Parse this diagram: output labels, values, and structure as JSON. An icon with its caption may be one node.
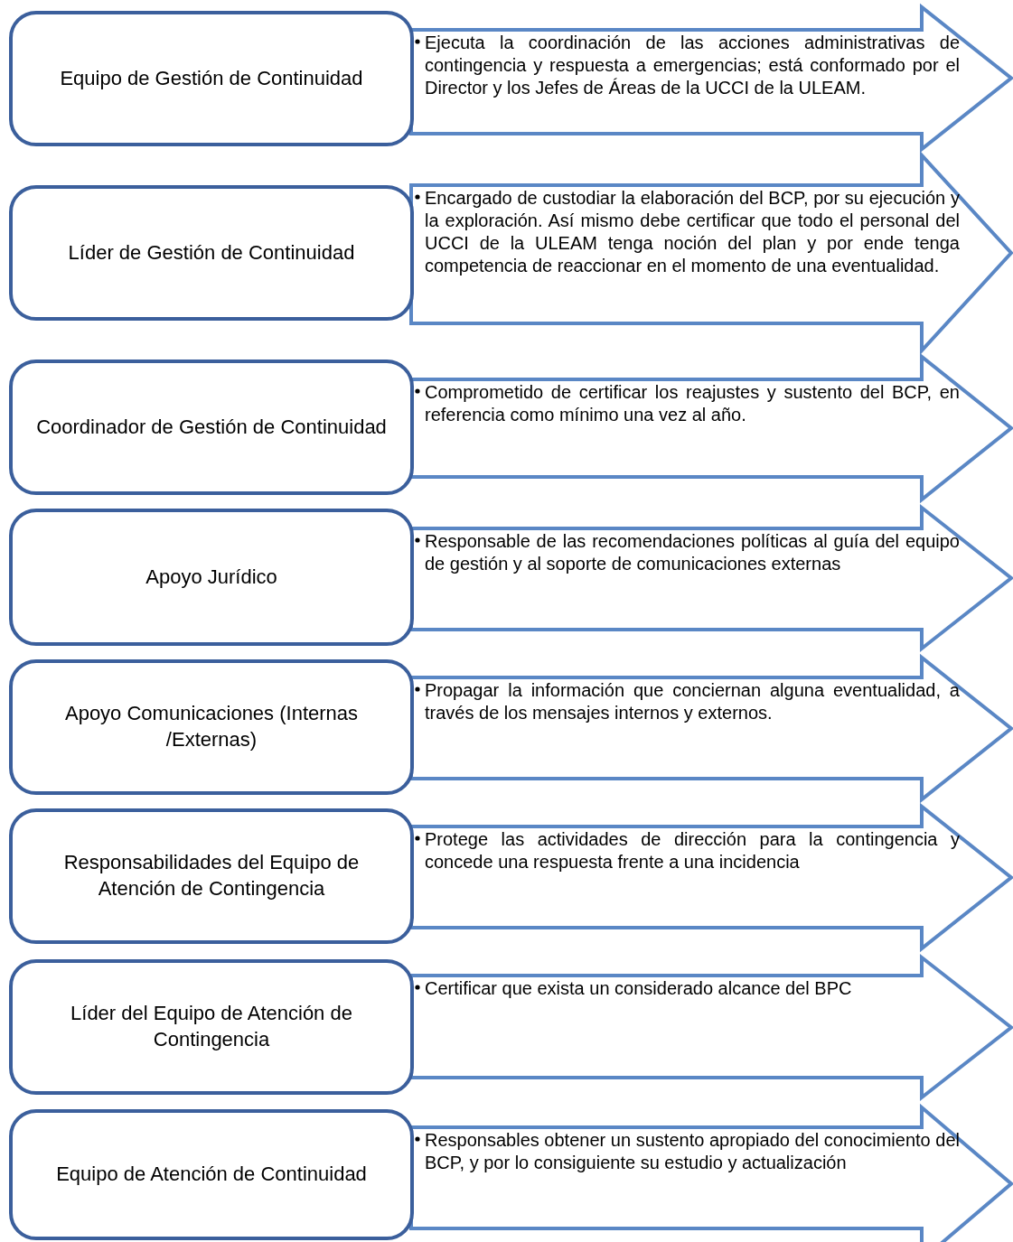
{
  "diagram": {
    "nodes": [
      {
        "text": [
          "Equipo de Gestión de Continuidad"
        ]
      },
      {
        "text": [
          "Ejecuta la coordinación de las acciones administrativas de contingencia y respuesta a emergencias; está conformado por el Director y los Jefes de Áreas de la UCCI de la ULEAM."
        ]
      },
      {
        "text": [
          "Líder de Gestión de Continuidad"
        ]
      },
      {
        "text": [
          "Encargado de custodiar la elaboración del BCP, por su ejecución y la exploración. Así mismo debe certificar que todo el personal del UCCI de la ULEAM tenga noción del plan y por ende tenga competencia de reaccionar en el momento de una eventualidad."
        ]
      },
      {
        "text": [
          "Coordinador de Gestión de Continuidad"
        ]
      },
      {
        "text": [
          "Comprometido de certificar los reajustes y sustento del BCP, en referencia como mínimo una vez al año."
        ]
      },
      {
        "text": [
          "Apoyo Jurídico"
        ]
      },
      {
        "text": [
          "Responsable de las recomendaciones políticas al guía del equipo de gestión y al soporte de comunicaciones externas"
        ]
      },
      {
        "text": [
          "Apoyo Comunicaciones (Internas /Externas)"
        ]
      },
      {
        "text": [
          "Propagar la información que conciernan alguna eventualidad, a través de los mensajes internos y externos."
        ]
      },
      {
        "text": [
          "Responsabilidades del Equipo de Atención de Contingencia"
        ]
      },
      {
        "text": [
          "Protege las actividades de dirección para la contingencia y concede una respuesta frente a una incidencia"
        ]
      },
      {
        "text": [
          "Líder del Equipo de Atención de Contingencia"
        ]
      },
      {
        "text": [
          "Certificar que exista un considerado alcance del BPC"
        ]
      },
      {
        "text": [
          "Equipo de Atención de Continuidad"
        ]
      },
      {
        "text": [
          "Responsables obtener un sustento apropiado del conocimiento del BCP, y por lo consiguiente su estudio y actualización"
        ]
      }
    ]
  }
}
